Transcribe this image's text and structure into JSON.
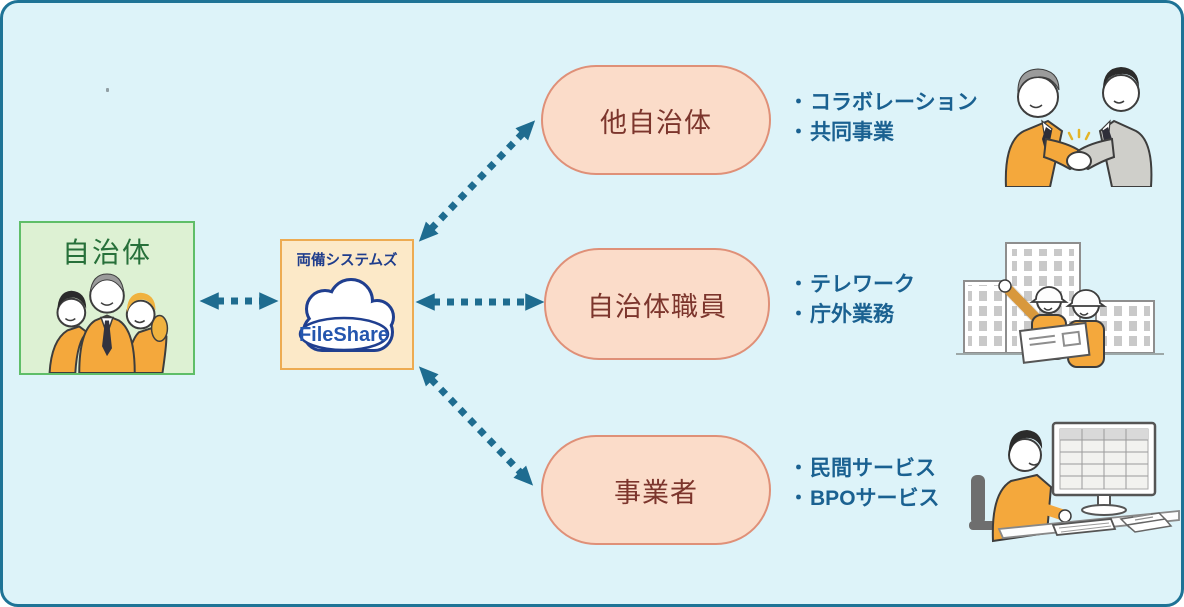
{
  "diagram": {
    "left_box": {
      "label": "自治体"
    },
    "hub": {
      "vendor": "両備システムズ",
      "product": "FileShare"
    },
    "bullet_char": "・",
    "nodes": [
      {
        "label": "他自治体",
        "bullets": [
          "コラボレーション",
          "共同事業"
        ]
      },
      {
        "label": "自治体職員",
        "bullets": [
          "テレワーク",
          "庁外業務"
        ]
      },
      {
        "label": "事業者",
        "bullets": [
          "民間サービス",
          "BPOサービス"
        ]
      }
    ],
    "icons": [
      "fileshare-cloud-icon",
      "office-workers-illustration",
      "handshake-business-people-illustration",
      "construction-workers-buildings-illustration",
      "person-working-at-computer-illustration"
    ],
    "colors": {
      "background": "#DDF3F9",
      "frame_border": "#1E7396",
      "arrow": "#1E6C90",
      "left_box_bg": "#DDF1D3",
      "left_box_border": "#5FBE68",
      "left_box_text": "#27703A",
      "hub_bg": "#FCE9C8",
      "hub_border": "#EDAB52",
      "hub_vendor_text": "#1F3D8C",
      "cloud_outline": "#203F8F",
      "cloud_text": "#2456AE",
      "node_bg": "#FBDCC9",
      "node_border": "#DF9078",
      "node_text": "#7C352C",
      "bullet_text": "#1A6191"
    }
  }
}
